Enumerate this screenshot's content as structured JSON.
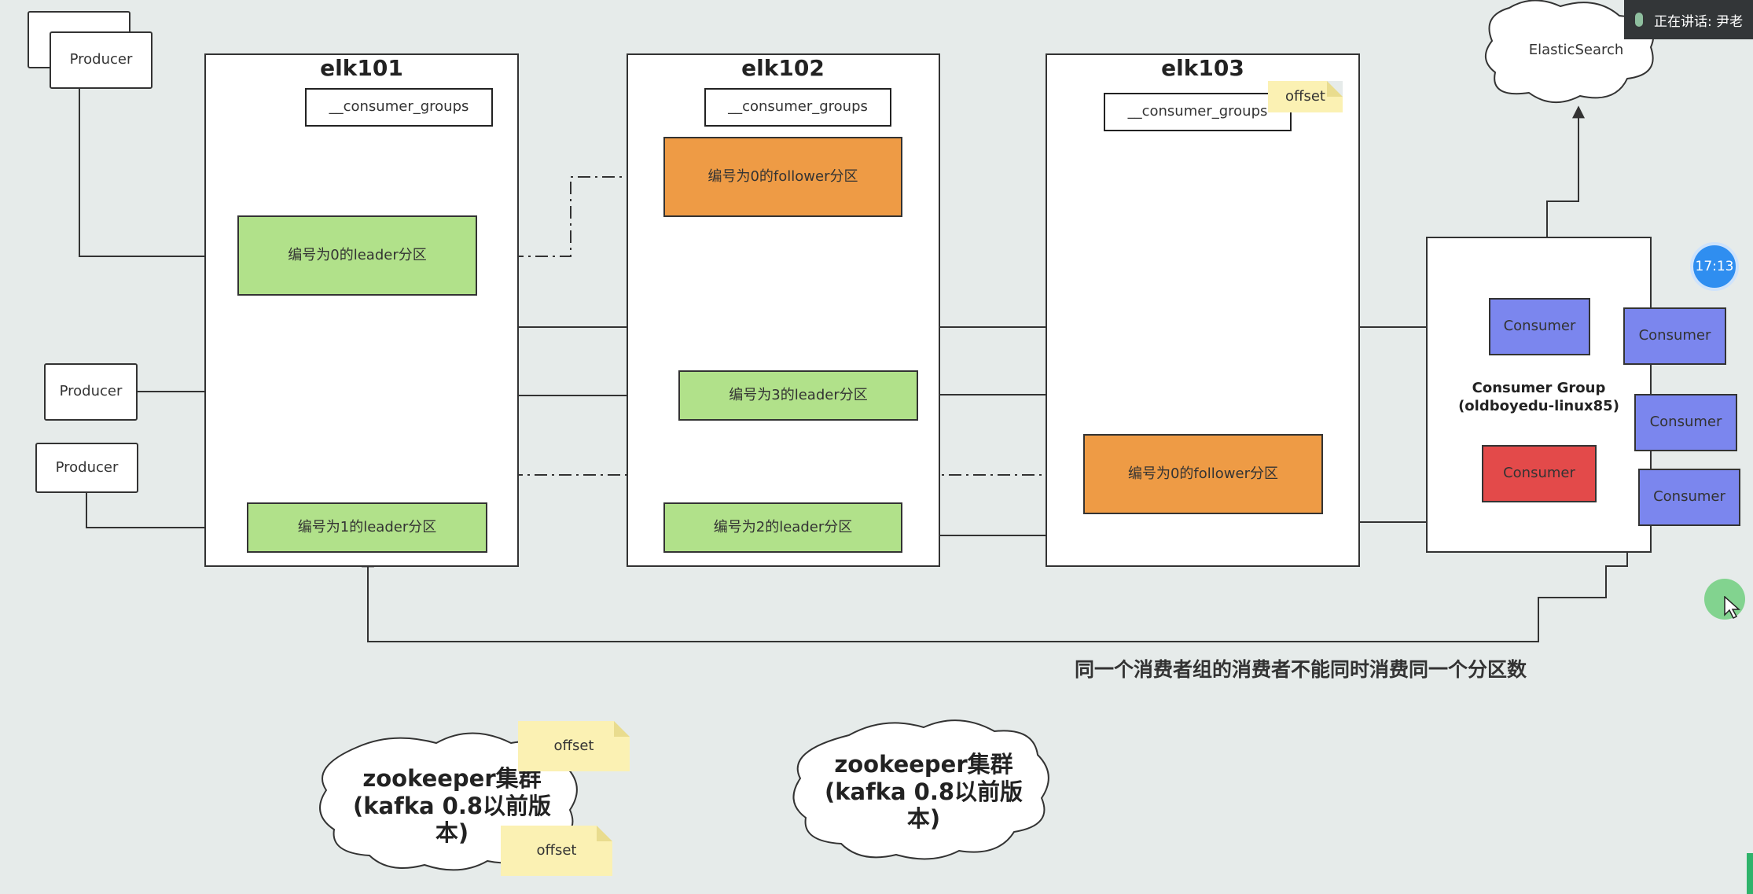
{
  "brokers": [
    {
      "title": "elk101",
      "consumer_groups": "__consumer_groups"
    },
    {
      "title": "elk102",
      "consumer_groups": "__consumer_groups"
    },
    {
      "title": "elk103",
      "consumer_groups": "__consumer_groups",
      "note": "offset"
    }
  ],
  "partitions": {
    "p0_leader": "编号为0的leader分区",
    "p0_follower_elk102": "编号为0的follower分区",
    "p0_follower_elk103": "编号为0的follower分区",
    "p1_leader": "编号为1的leader分区",
    "p2_leader": "编号为2的leader分区",
    "p3_leader": "编号为3的leader分区"
  },
  "producers": [
    "Producer",
    "Producer",
    "Producer"
  ],
  "elasticsearch": "ElasticSearch",
  "consumer_group": {
    "name_line1": "Consumer Group",
    "name_line2": "(oldboyedu-linux85)",
    "members": [
      "Consumer",
      "Consumer"
    ],
    "extra_consumers": [
      "Consumer",
      "Consumer",
      "Consumer"
    ]
  },
  "caption": "同一个消费者组的消费者不能同时消费同一个分区数",
  "zookeeper": {
    "left": {
      "line1": "zookeeper集群",
      "line2": "(kafka 0.8以前版本)",
      "notes": [
        "offset",
        "offset"
      ]
    },
    "right": {
      "line1": "zookeeper集群",
      "line2": "(kafka 0.8以前版本)"
    }
  },
  "overlay": {
    "speaking": "正在讲话: 尹老",
    "timer": "17:13"
  },
  "colors": {
    "leader": "#b1e18a",
    "follower": "#ee9b45",
    "consumer": "#7b86ee",
    "active_consumer": "#e34a4a",
    "note": "#fbf1b3",
    "background": "#e6ebea"
  }
}
